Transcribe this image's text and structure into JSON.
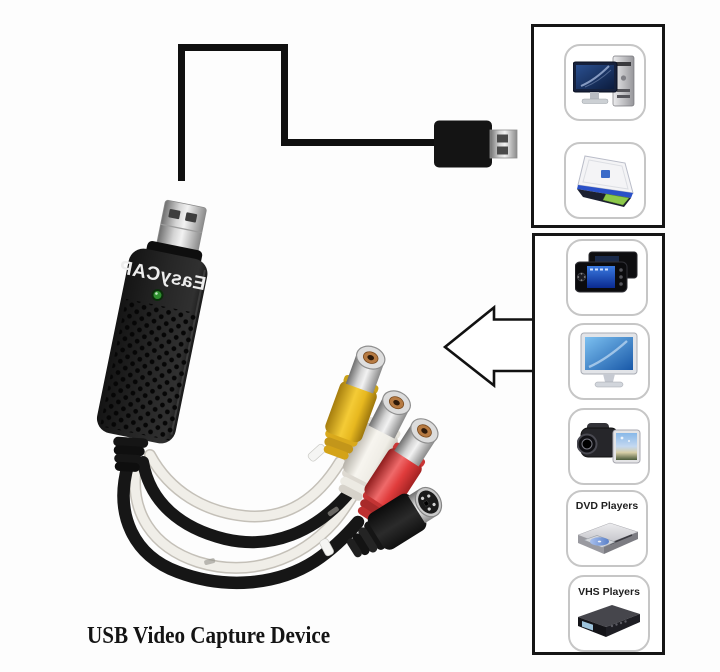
{
  "caption": "USB Video Capture Device",
  "device": {
    "brand": "EasyCAP",
    "led_color": "#2f8f2f",
    "body_color": "#1e1e1e"
  },
  "connectors": {
    "video_rca": {
      "color_name": "yellow",
      "hex": "#ecbe2a"
    },
    "audio_left_rca": {
      "color_name": "white",
      "hex": "#f3f1ea"
    },
    "audio_right_rca": {
      "color_name": "red",
      "hex": "#e23d3d"
    },
    "s_video": {
      "color_name": "black",
      "hex": "#1b1b1b"
    },
    "usb_plug": {
      "color_name": "black",
      "hex": "#151515"
    }
  },
  "arrow": {
    "direction": "left",
    "fill": "#ffffff",
    "outline": "#111111"
  },
  "top_panel": {
    "items": [
      {
        "icon": "desktop-computer",
        "label": ""
      },
      {
        "icon": "laptop",
        "label": ""
      }
    ]
  },
  "side_panel": {
    "items": [
      {
        "icon": "portable-media-player",
        "label": ""
      },
      {
        "icon": "tv-monitor",
        "label": ""
      },
      {
        "icon": "camcorder",
        "label": ""
      },
      {
        "icon": "dvd-player",
        "label": "DVD Players"
      },
      {
        "icon": "vhs-player",
        "label": "VHS Players"
      }
    ]
  }
}
